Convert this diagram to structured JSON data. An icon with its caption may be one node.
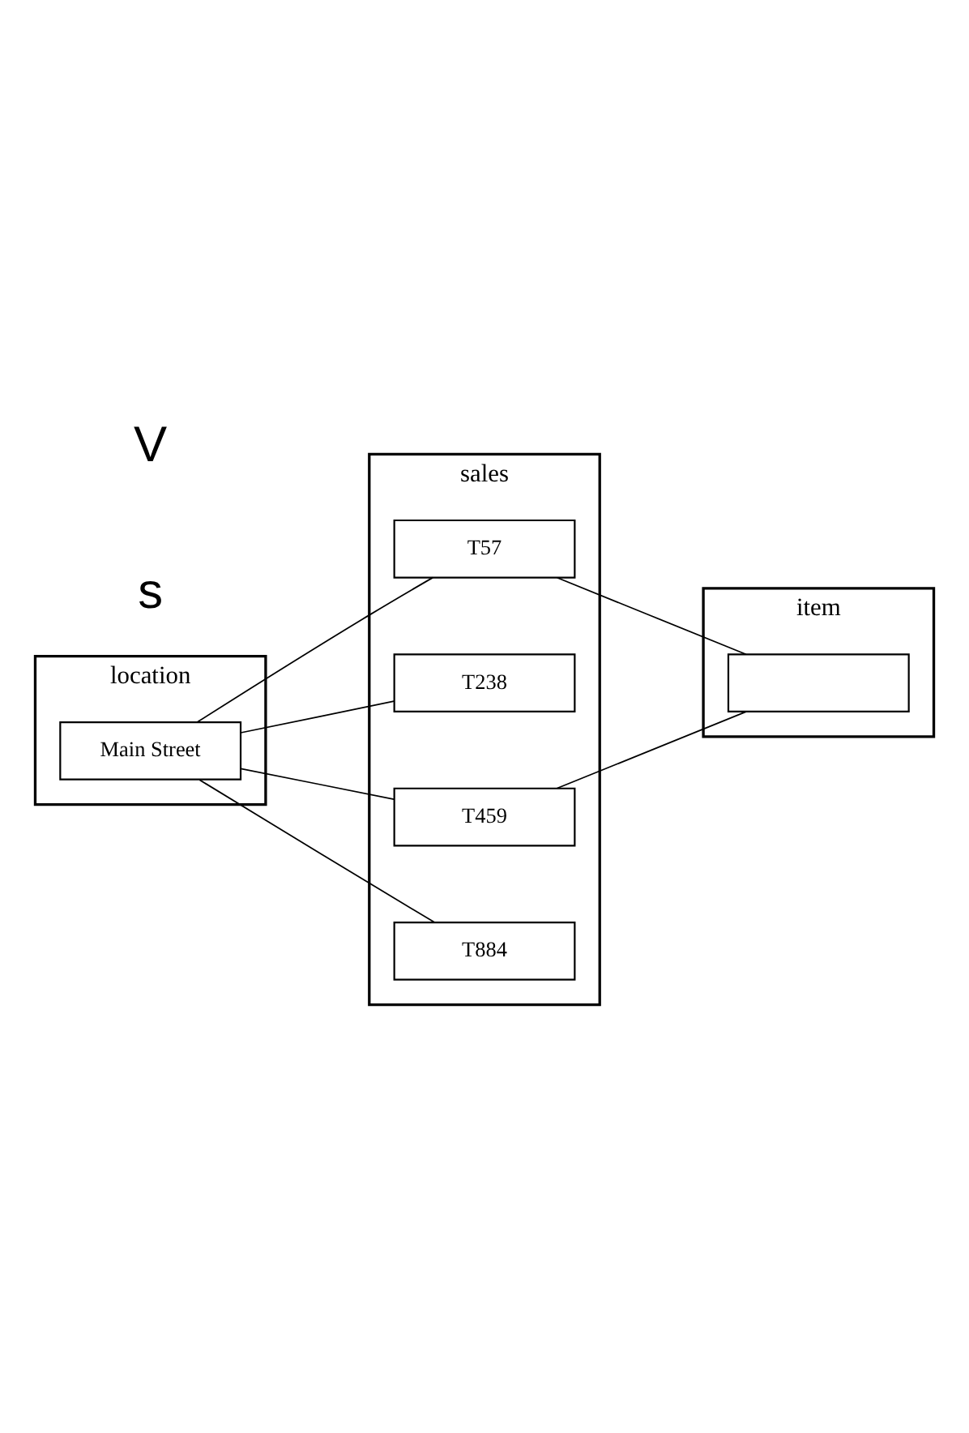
{
  "diagram": {
    "nodes": [
      {
        "text": [
          "location"
        ]
      },
      {
        "text": [
          "Main Street"
        ],
        "in": 0
      },
      {
        "text": [
          "sales"
        ]
      },
      {
        "text": [
          "T57"
        ],
        "in": 2
      },
      {
        "text": [
          "T238"
        ],
        "in": 2
      },
      {
        "text": [
          "T459"
        ],
        "in": 2
      },
      {
        "text": [
          "T884"
        ],
        "in": 2
      },
      {
        "text": [
          "item"
        ]
      },
      {
        "text": [],
        "shape": "box",
        "in": 7
      }
    ],
    "edges": [
      {
        "from": 1,
        "to": 3,
        "arrow": "none"
      },
      {
        "from": 1,
        "to": 4,
        "arrow": "none"
      },
      {
        "from": 1,
        "to": 5,
        "arrow": "none"
      },
      {
        "from": 1,
        "to": 6,
        "arrow": "none"
      },
      {
        "from": 3,
        "to": 8,
        "arrow": "none"
      },
      {
        "from": 5,
        "to": 8,
        "arrow": "none"
      }
    ],
    "labels": [
      "s",
      "V"
    ]
  }
}
